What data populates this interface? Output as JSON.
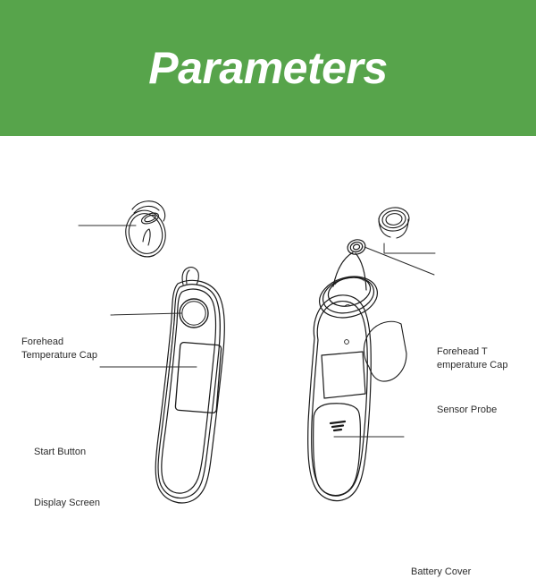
{
  "header": {
    "title": "Parameters",
    "background_color": "#57a44b",
    "text_color": "#ffffff"
  },
  "diagram": {
    "background_color": "#ffffff",
    "line_color": "#1a1a1a",
    "description": "Line drawing of an infrared forehead/ear thermometer shown in two views with detachable forehead temperature caps",
    "views": [
      {
        "name": "front-view",
        "parts": [
          "forehead-temperature-cap",
          "start-button",
          "display-screen",
          "device-body"
        ]
      },
      {
        "name": "rear-view",
        "parts": [
          "forehead-temperature-cap",
          "sensor-probe",
          "display-screen",
          "battery-cover",
          "device-body"
        ]
      }
    ]
  },
  "callouts": [
    {
      "id": "forehead-cap-left",
      "text": "Forehead\nTemperature Cap",
      "side": "left"
    },
    {
      "id": "start-button",
      "text": "Start Button",
      "side": "left"
    },
    {
      "id": "display-screen",
      "text": "Display Screen",
      "side": "left"
    },
    {
      "id": "forehead-cap-right",
      "text": "Forehead T\nemperature Cap",
      "side": "right"
    },
    {
      "id": "sensor-probe",
      "text": "Sensor Probe",
      "side": "right"
    },
    {
      "id": "battery-cover",
      "text": "Battery Cover",
      "side": "right"
    }
  ]
}
